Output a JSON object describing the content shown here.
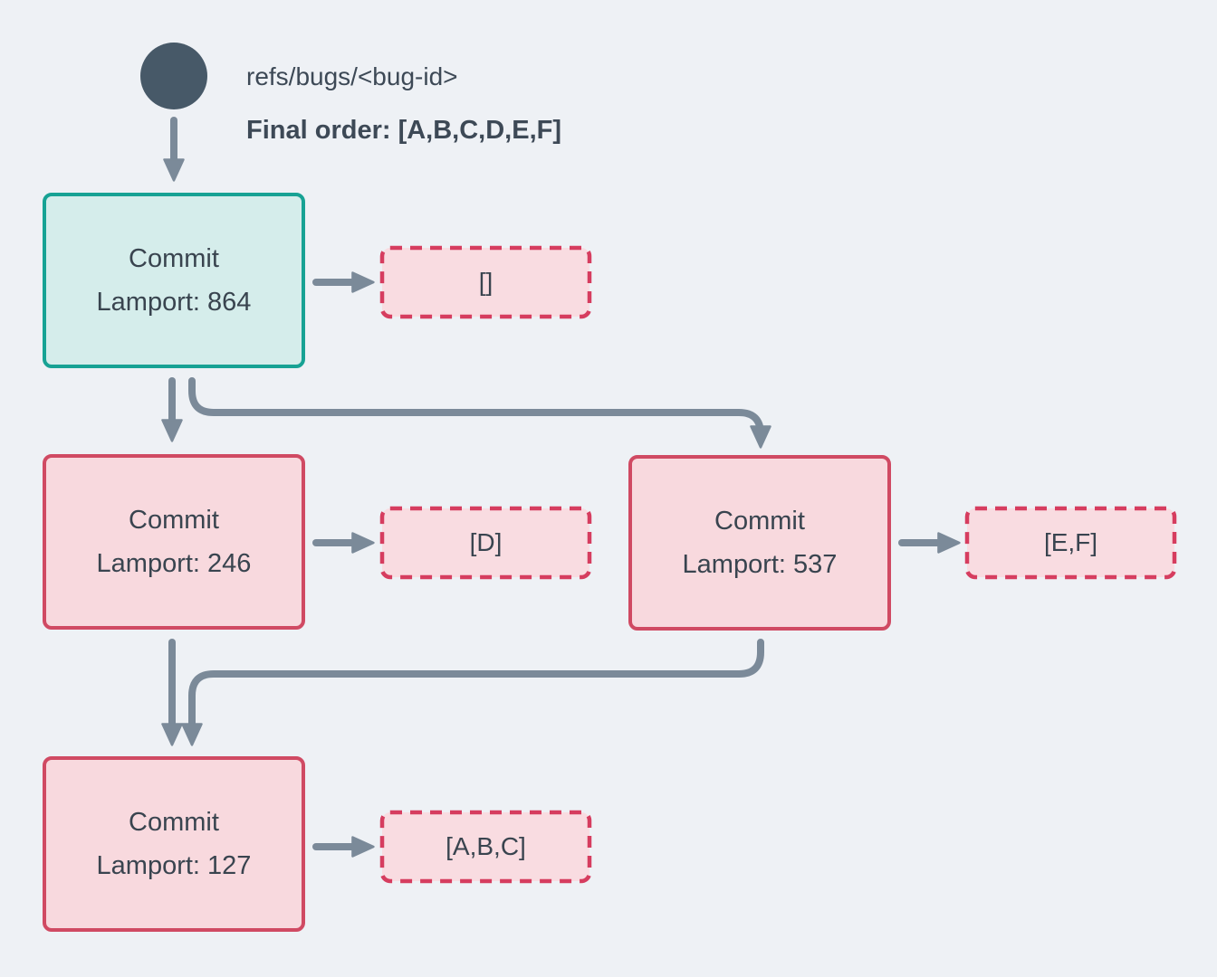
{
  "header": {
    "ref_label": "refs/bugs/<bug-id>",
    "final_order_label": "Final order: [A,B,C,D,E,F]"
  },
  "nodes": [
    {
      "id": "commit-864",
      "title": "Commit",
      "lamport": "Lamport: 864",
      "payload": "[]",
      "variant": "teal"
    },
    {
      "id": "commit-246",
      "title": "Commit",
      "lamport": "Lamport: 246",
      "payload": "[D]",
      "variant": "pink"
    },
    {
      "id": "commit-537",
      "title": "Commit",
      "lamport": "Lamport: 537",
      "payload": "[E,F]",
      "variant": "pink"
    },
    {
      "id": "commit-127",
      "title": "Commit",
      "lamport": "Lamport: 127",
      "payload": "[A,B,C]",
      "variant": "pink"
    }
  ],
  "edges": [
    {
      "from": "ref-head",
      "to": "commit-864"
    },
    {
      "from": "commit-864",
      "to": "payload-empty"
    },
    {
      "from": "commit-864",
      "to": "commit-246"
    },
    {
      "from": "commit-864",
      "to": "commit-537"
    },
    {
      "from": "commit-246",
      "to": "payload-d"
    },
    {
      "from": "commit-537",
      "to": "payload-ef"
    },
    {
      "from": "commit-246",
      "to": "commit-127"
    },
    {
      "from": "commit-537",
      "to": "commit-127"
    },
    {
      "from": "commit-127",
      "to": "payload-abc"
    }
  ],
  "colors": {
    "background": "#eef1f5",
    "ref_node": "#475968",
    "arrow": "#7b8a99",
    "teal_border": "#17a294",
    "teal_fill": "#d5edeb",
    "red_border": "#d04a63",
    "pink_fill": "#f8d9de",
    "dashed_border": "#d63d5f",
    "dashed_fill": "#f9dce1",
    "text": "#39444f"
  }
}
